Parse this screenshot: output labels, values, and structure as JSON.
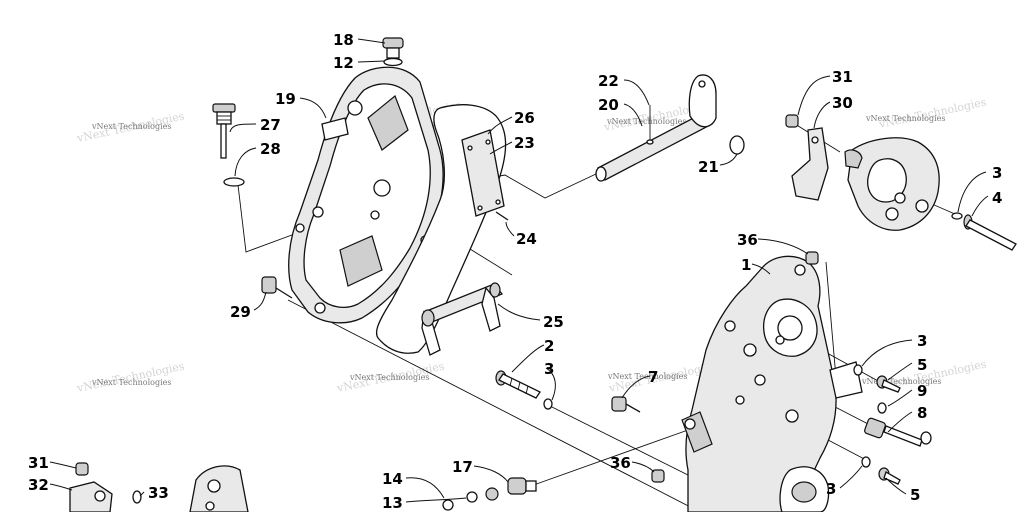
{
  "watermark": "vNext Technologies",
  "watermark_shadow": "vNext Technologies",
  "callouts": [
    {
      "id": "c18",
      "text": "18"
    },
    {
      "id": "c12",
      "text": "12"
    },
    {
      "id": "c19",
      "text": "19"
    },
    {
      "id": "c27",
      "text": "27"
    },
    {
      "id": "c28",
      "text": "28"
    },
    {
      "id": "c26",
      "text": "26"
    },
    {
      "id": "c23",
      "text": "23"
    },
    {
      "id": "c24",
      "text": "24"
    },
    {
      "id": "c22",
      "text": "22"
    },
    {
      "id": "c20",
      "text": "20"
    },
    {
      "id": "c21",
      "text": "21"
    },
    {
      "id": "c31a",
      "text": "31"
    },
    {
      "id": "c30",
      "text": "30"
    },
    {
      "id": "c3a",
      "text": "3"
    },
    {
      "id": "c4",
      "text": "4"
    },
    {
      "id": "c36a",
      "text": "36"
    },
    {
      "id": "c1",
      "text": "1"
    },
    {
      "id": "c29",
      "text": "29"
    },
    {
      "id": "c25",
      "text": "25"
    },
    {
      "id": "c2",
      "text": "2"
    },
    {
      "id": "c3b",
      "text": "3"
    },
    {
      "id": "c7",
      "text": "7"
    },
    {
      "id": "c3c",
      "text": "3"
    },
    {
      "id": "c5a",
      "text": "5"
    },
    {
      "id": "c9",
      "text": "9"
    },
    {
      "id": "c8",
      "text": "8"
    },
    {
      "id": "c31b",
      "text": "31"
    },
    {
      "id": "c32",
      "text": "32"
    },
    {
      "id": "c33",
      "text": "33"
    },
    {
      "id": "c14",
      "text": "14"
    },
    {
      "id": "c13",
      "text": "13"
    },
    {
      "id": "c17",
      "text": "17"
    },
    {
      "id": "c36b",
      "text": "36"
    },
    {
      "id": "c3d",
      "text": "3"
    },
    {
      "id": "c5b",
      "text": "5"
    }
  ]
}
